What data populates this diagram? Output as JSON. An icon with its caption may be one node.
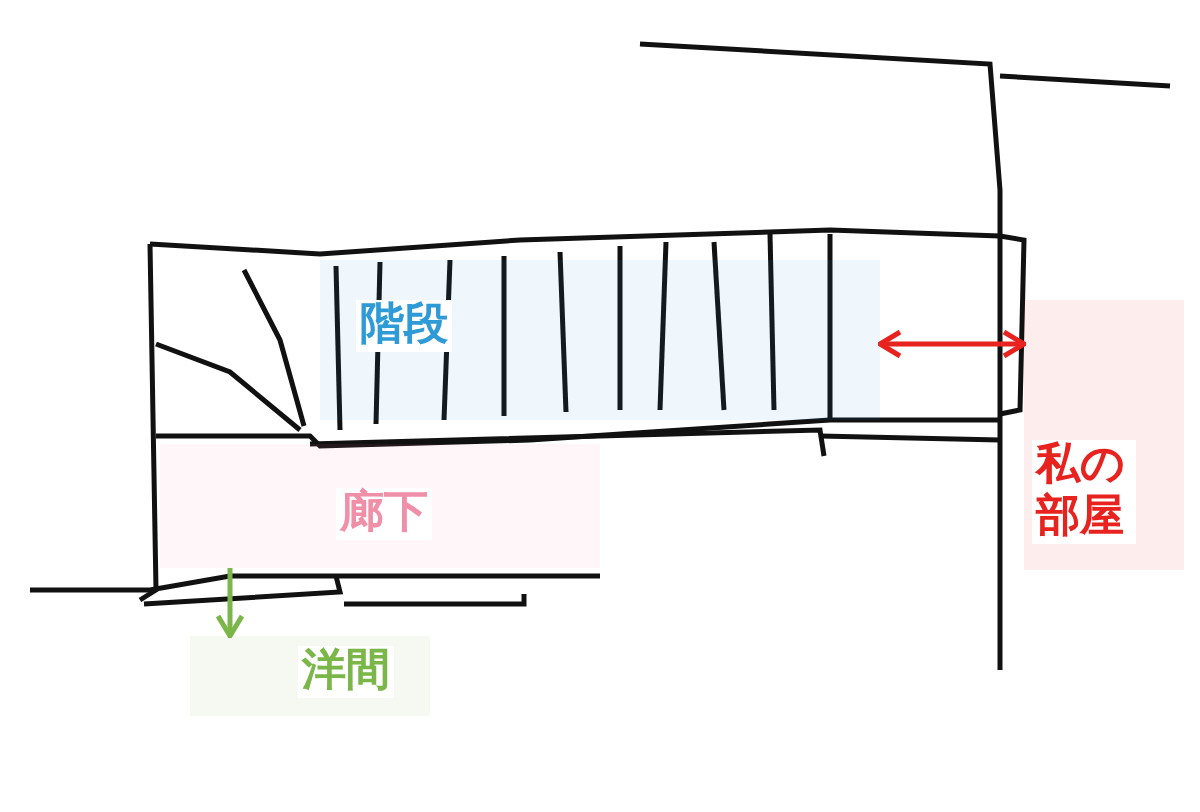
{
  "diagram": {
    "nodes": [
      {
        "text": [
          "階段"
        ]
      },
      {
        "text": [
          "廊下"
        ]
      },
      {
        "text": [
          "洋間"
        ]
      },
      {
        "text": [
          "私の部屋"
        ]
      }
    ],
    "edges": [
      {
        "from": 1,
        "to": 2,
        "arrow": "to",
        "color": "#7ab648"
      },
      {
        "from": 0,
        "to": 3,
        "arrow": "both",
        "color": "#e8231f"
      }
    ]
  }
}
